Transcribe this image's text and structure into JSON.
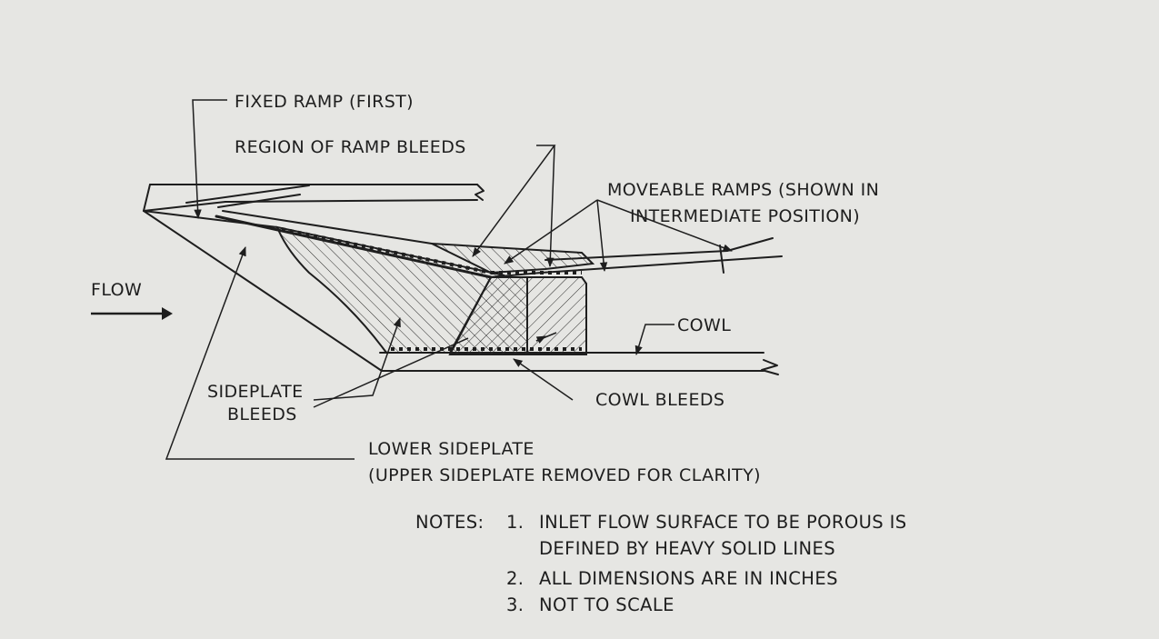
{
  "labels": {
    "fixed_ramp": "FIXED RAMP (FIRST)",
    "ramp_bleeds": "REGION OF RAMP BLEEDS",
    "moveable_ramps_1": "MOVEABLE RAMPS (SHOWN IN",
    "moveable_ramps_2": "INTERMEDIATE POSITION)",
    "flow": "FLOW",
    "cowl": "COWL",
    "sideplate_bleeds_1": "SIDEPLATE",
    "sideplate_bleeds_2": "BLEEDS",
    "cowl_bleeds": "COWL BLEEDS",
    "lower_sideplate_1": "LOWER SIDEPLATE",
    "lower_sideplate_2": "(UPPER SIDEPLATE REMOVED FOR CLARITY)"
  },
  "notes": {
    "heading": "NOTES:",
    "items": [
      {
        "num": "1.",
        "lines": [
          "INLET FLOW SURFACE TO BE POROUS IS",
          "DEFINED BY HEAVY SOLID LINES"
        ]
      },
      {
        "num": "2.",
        "lines": [
          "ALL DIMENSIONS ARE IN INCHES"
        ]
      },
      {
        "num": "3.",
        "lines": [
          "NOT TO SCALE"
        ]
      }
    ]
  },
  "colors": {
    "paper": "#e6e6e3",
    "ink": "#1e1e1e"
  }
}
